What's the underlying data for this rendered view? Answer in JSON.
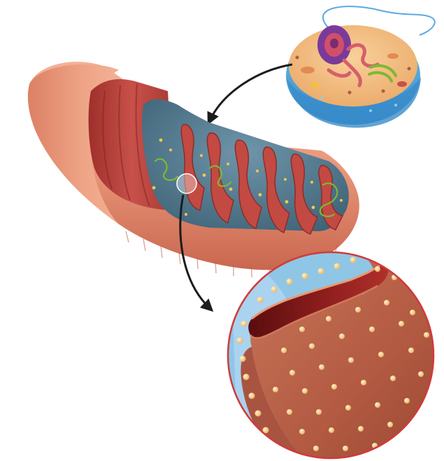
{
  "figure": {
    "components": [
      {
        "key": "cell",
        "icon": "animal-cell-cutaway-icon"
      },
      {
        "key": "mitochondrion",
        "icon": "mitochondrion-cutaway-icon"
      },
      {
        "key": "magnified_crista",
        "icon": "cristae-magnified-inset-icon"
      },
      {
        "key": "arrow_cell_to_mito",
        "icon": "curved-arrow-icon"
      },
      {
        "key": "arrow_mito_to_inset",
        "icon": "curved-arrow-icon"
      }
    ],
    "colors": {
      "background": "#ffffff",
      "outer_membrane": "#e9977a",
      "outer_membrane_dark": "#c9674f",
      "inner_membrane": "#c0453c",
      "matrix": "#4e7890",
      "cytoplasm": "#f3c080",
      "cell_outer": "#4aa6dc",
      "nucleus": "#d14f6a",
      "dna_strand": "#7fb832",
      "particle": "#f8d08a",
      "inset_background": "#8fc6e6",
      "inset_border": "#d13a3a",
      "arrow": "#1c1c1c"
    }
  }
}
